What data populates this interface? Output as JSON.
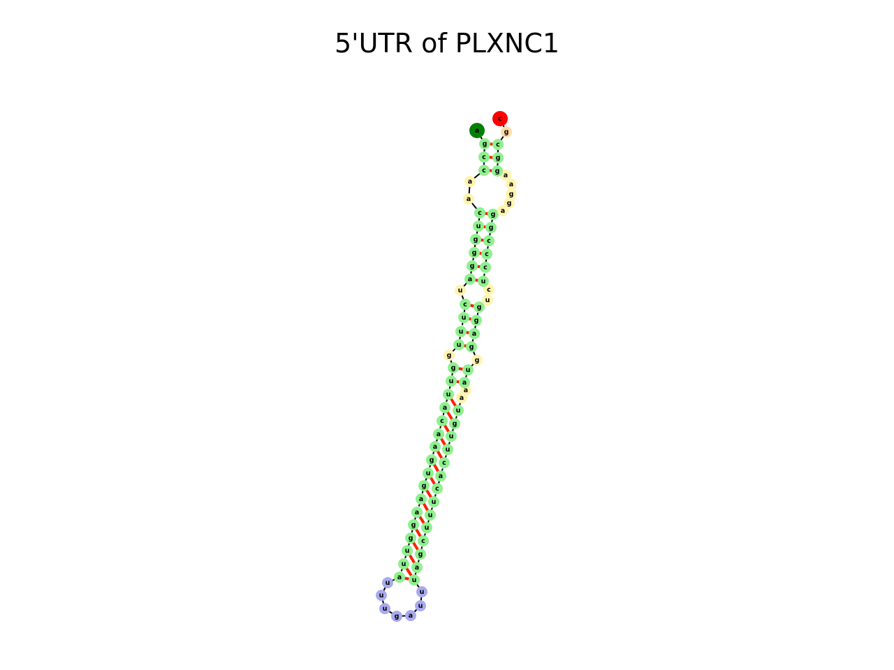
{
  "title": "5'UTR of PLXNC1",
  "colors": {
    "stem": "#8ff08f",
    "loop": "#fff4b0",
    "hairpin": "#a9a9ee",
    "five_prime": "#008000",
    "three_prime": "#ff0000",
    "dangling": "#ffdca8",
    "pair_bond": "#ff2000",
    "backbone": "#000000"
  },
  "rna": {
    "left_stem": [
      "a",
      "g",
      "c",
      "c",
      "a",
      "a",
      "c",
      "u",
      "g",
      "g",
      "g",
      "a",
      "u",
      "c",
      "u",
      "u",
      "u",
      "g",
      "g",
      "u",
      "u",
      "a",
      "c",
      "a",
      "a",
      "g",
      "u",
      "g",
      "a",
      "a",
      "g",
      "g",
      "u",
      "u",
      "a"
    ],
    "right_stem": [
      "c",
      "g",
      "c",
      "g",
      "g",
      "a",
      "g",
      "g",
      "a",
      "g",
      "g",
      "c",
      "c",
      "u",
      "c",
      "u",
      "g",
      "g",
      "a",
      "g",
      "g",
      "u",
      "a",
      "a",
      "u",
      "g",
      "u",
      "u",
      "c",
      "a",
      "c",
      "u",
      "u",
      "c",
      "g",
      "a",
      "u"
    ],
    "hairpin_loop": [
      "u",
      "u",
      "u",
      "g",
      "a",
      "u",
      "u"
    ]
  }
}
